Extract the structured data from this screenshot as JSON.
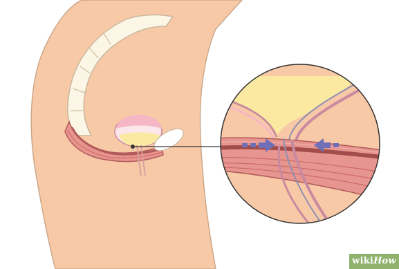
{
  "figure": {
    "subject": "pelvic-floor-muscle-cross-section",
    "colors": {
      "skin": "#f8c9a6",
      "skin_outline": "#caa88c",
      "spine": "#fbf6e6",
      "muscle": "#e7958f",
      "muscle_dark": "#b05a5a",
      "muscle_stripe": "#d9716e",
      "bladder_fill": "#fbe6ea",
      "bladder_pink": "#f5b7c5",
      "urine": "#fbe9a2",
      "arrow": "#6f6fb8",
      "urethra": "#d9a0a0",
      "zoom_outline": "#333333"
    }
  },
  "watermark": {
    "part1": "wiki",
    "part2": "How"
  }
}
